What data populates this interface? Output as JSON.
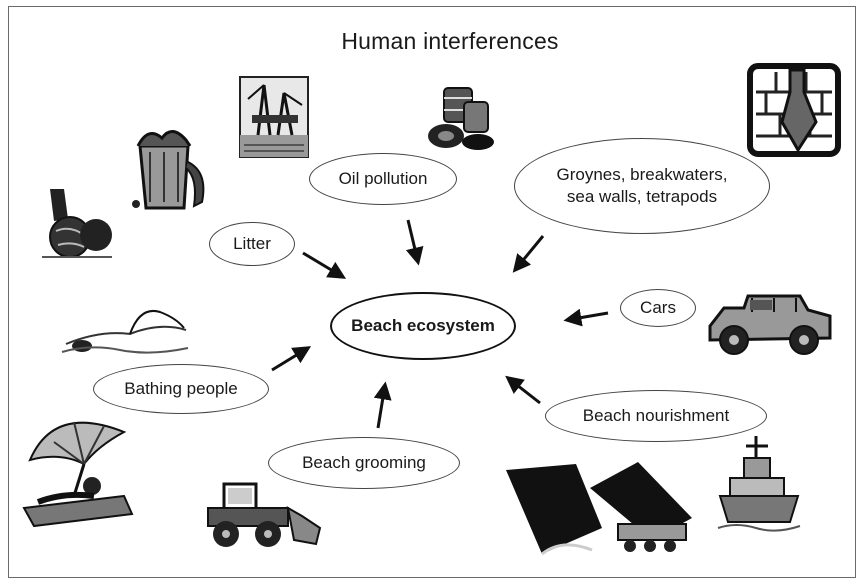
{
  "title": "Human interferences",
  "center": "Beach ecosystem",
  "factors": {
    "oil_pollution": "Oil pollution",
    "coastal_structures_line1": "Groynes, breakwaters,",
    "coastal_structures_line2": "sea walls, tetrapods",
    "litter": "Litter",
    "cars": "Cars",
    "bathing_people": "Bathing people",
    "beach_grooming": "Beach grooming",
    "beach_nourishment": "Beach nourishment"
  },
  "icons": [
    "oil-rig-icon",
    "oil-barrels-icon",
    "brick-wall-trowel-icon",
    "trash-can-icon",
    "garbage-bag-icon",
    "jeep-icon",
    "swimmer-icon",
    "sunbather-umbrella-icon",
    "bulldozer-loader-icon",
    "dredger-icon",
    "ship-icon"
  ]
}
